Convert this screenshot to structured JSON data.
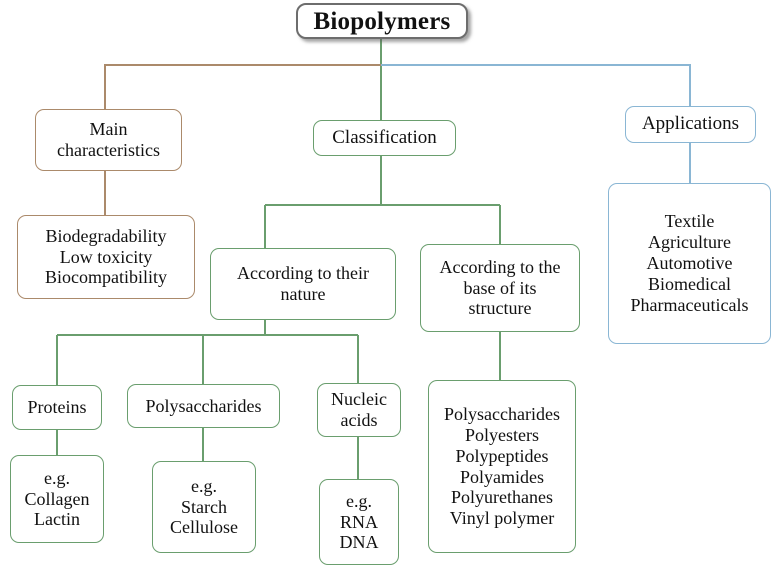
{
  "diagram": {
    "title": "Biopolymers",
    "colors": {
      "root_border": "#6d6d6d",
      "classification_green": "#6a9e6e",
      "characteristics_brown": "#ab8a6b",
      "applications_blue": "#8ab6d4",
      "background": "#ffffff",
      "text": "#111111"
    },
    "root": {
      "label": "Biopolymers"
    },
    "branches": {
      "characteristics": {
        "label": "Main\ncharacteristics",
        "detail": "Biodegradability\nLow toxicity\nBiocompatibility",
        "detail_items": [
          "Biodegradability",
          "Low toxicity",
          "Biocompatibility"
        ]
      },
      "classification": {
        "label": "Classification",
        "by_nature": {
          "label": "According to their\nnature",
          "children": [
            {
              "label": "Proteins",
              "examples": "e.g.\nCollagen\nLactin",
              "example_items": [
                "e.g.",
                "Collagen",
                "Lactin"
              ]
            },
            {
              "label": "Polysaccharides",
              "examples": "e.g.\nStarch\nCellulose",
              "example_items": [
                "e.g.",
                "Starch",
                "Cellulose"
              ]
            },
            {
              "label": "Nucleic\nacids",
              "examples": "e.g.\nRNA\nDNA",
              "example_items": [
                "e.g.",
                "RNA",
                "DNA"
              ]
            }
          ]
        },
        "by_structure": {
          "label": "According to the\nbase of its\nstructure",
          "detail": "Polysaccharides\nPolyesters\nPolypeptides\nPolyamides\nPolyurethanes\nVinyl polymer",
          "detail_items": [
            "Polysaccharides",
            "Polyesters",
            "Polypeptides",
            "Polyamides",
            "Polyurethanes",
            "Vinyl polymer"
          ]
        }
      },
      "applications": {
        "label": "Applications",
        "detail": "Textile\nAgriculture\nAutomotive\nBiomedical\nPharmaceuticals",
        "detail_items": [
          "Textile",
          "Agriculture",
          "Automotive",
          "Biomedical",
          "Pharmaceuticals"
        ]
      }
    }
  }
}
